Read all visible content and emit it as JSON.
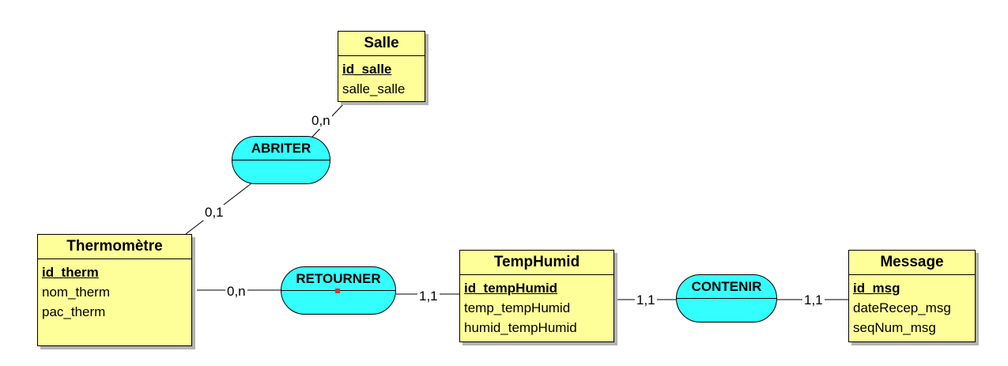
{
  "entities": {
    "salle": {
      "name": "Salle",
      "pk": "id_salle",
      "attrs": [
        "salle_salle"
      ]
    },
    "thermometre": {
      "name": "Thermomètre",
      "pk": "id_therm",
      "attrs": [
        "nom_therm",
        "pac_therm"
      ]
    },
    "temphumid": {
      "name": "TempHumid",
      "pk": "id_tempHumid",
      "attrs": [
        "temp_tempHumid",
        "humid_tempHumid"
      ]
    },
    "message": {
      "name": "Message",
      "pk": "id_msg",
      "attrs": [
        "dateRecep_msg",
        "seqNum_msg"
      ]
    }
  },
  "associations": {
    "abriter": {
      "name": "ABRITER"
    },
    "retourner": {
      "name": "RETOURNER"
    },
    "contenir": {
      "name": "CONTENIR"
    }
  },
  "cardinalities": {
    "salle_abriter": "0,n",
    "thermometre_abriter": "0,1",
    "thermometre_retourner": "0,n",
    "temphumid_retourner": "1,1",
    "temphumid_contenir": "1,1",
    "message_contenir": "1,1"
  },
  "colors": {
    "entity_fill": "#ffff99",
    "association_fill": "#33ffff",
    "shadow": "#b3b3b3",
    "line": "#000000",
    "selection_handle": "#e03030"
  }
}
